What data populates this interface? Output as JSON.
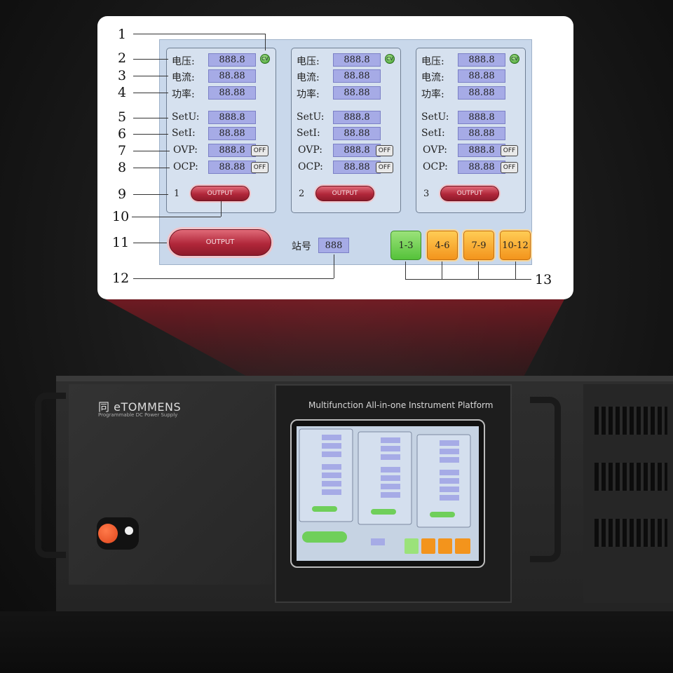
{
  "channels": [
    {
      "number": "1",
      "voltage_label": "电压:",
      "voltage": "888.8",
      "current_label": "电流:",
      "current": "88.88",
      "power_label": "功率:",
      "power": "88.88",
      "setu_label": "SetU:",
      "setu": "888.8",
      "seti_label": "SetI:",
      "seti": "88.88",
      "ovp_label": "OVP:",
      "ovp": "888.8",
      "ovp_state": "OFF",
      "ocp_label": "OCP:",
      "ocp": "88.88",
      "ocp_state": "OFF",
      "cv": "CV",
      "output_label": "OUTPUT"
    },
    {
      "number": "2",
      "voltage_label": "电压:",
      "voltage": "888.8",
      "current_label": "电流:",
      "current": "88.88",
      "power_label": "功率:",
      "power": "88.88",
      "setu_label": "SetU:",
      "setu": "888.8",
      "seti_label": "SetI:",
      "seti": "88.88",
      "ovp_label": "OVP:",
      "ovp": "888.8",
      "ovp_state": "OFF",
      "ocp_label": "OCP:",
      "ocp": "88.88",
      "ocp_state": "OFF",
      "cv": "CV",
      "output_label": "OUTPUT"
    },
    {
      "number": "3",
      "voltage_label": "电压:",
      "voltage": "888.8",
      "current_label": "电流:",
      "current": "88.88",
      "power_label": "功率:",
      "power": "88.88",
      "setu_label": "SetU:",
      "setu": "888.8",
      "seti_label": "SetI:",
      "seti": "88.88",
      "ovp_label": "OVP:",
      "ovp": "888.8",
      "ovp_state": "OFF",
      "ocp_label": "OCP:",
      "ocp": "88.88",
      "ocp_state": "OFF",
      "cv": "CV",
      "output_label": "OUTPUT"
    }
  ],
  "master_output_label": "OUTPUT",
  "station": {
    "label": "站号",
    "value": "888"
  },
  "pages": [
    {
      "label": "1-3",
      "active": true
    },
    {
      "label": "4-6",
      "active": false
    },
    {
      "label": "7-9",
      "active": false
    },
    {
      "label": "10-12",
      "active": false
    }
  ],
  "callout_numbers": [
    "1",
    "2",
    "3",
    "4",
    "5",
    "6",
    "7",
    "8",
    "9",
    "10",
    "11",
    "12",
    "13"
  ],
  "device": {
    "brand": "eTOMMENS",
    "brand_subtitle": "Programmable DC Power Supply",
    "screen_title": "Multifunction All-in-one Instrument Platform",
    "power_button_color": "#e84c1f"
  },
  "colors": {
    "value_box": "#a6abe6",
    "output_button": "#b1273a",
    "page_active": "#55c23a",
    "page_inactive": "#f3941c",
    "cv_indicator": "#3d9a2a"
  }
}
